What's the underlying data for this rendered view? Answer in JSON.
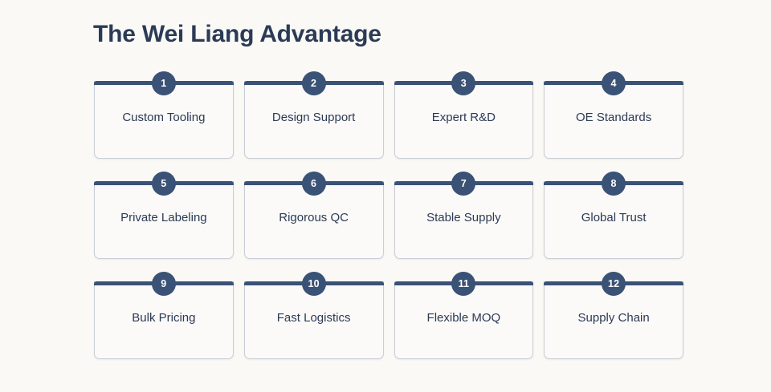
{
  "page": {
    "title": "The Wei Liang Advantage",
    "background_color": "#faf9f6",
    "accent_color": "#3b5277",
    "text_color": "#2b3a55",
    "card_background_color": "#fbfaf8",
    "card_border_color": "#c9cdd5"
  },
  "grid": {
    "columns": 4,
    "rows": 3,
    "cards": [
      {
        "number": "1",
        "label": "Custom Tooling"
      },
      {
        "number": "2",
        "label": "Design Support"
      },
      {
        "number": "3",
        "label": "Expert R&D"
      },
      {
        "number": "4",
        "label": "OE Standards"
      },
      {
        "number": "5",
        "label": "Private Labeling"
      },
      {
        "number": "6",
        "label": "Rigorous QC"
      },
      {
        "number": "7",
        "label": "Stable Supply"
      },
      {
        "number": "8",
        "label": "Global Trust"
      },
      {
        "number": "9",
        "label": "Bulk Pricing"
      },
      {
        "number": "10",
        "label": "Fast Logistics"
      },
      {
        "number": "11",
        "label": "Flexible MOQ"
      },
      {
        "number": "12",
        "label": "Supply Chain"
      }
    ]
  }
}
